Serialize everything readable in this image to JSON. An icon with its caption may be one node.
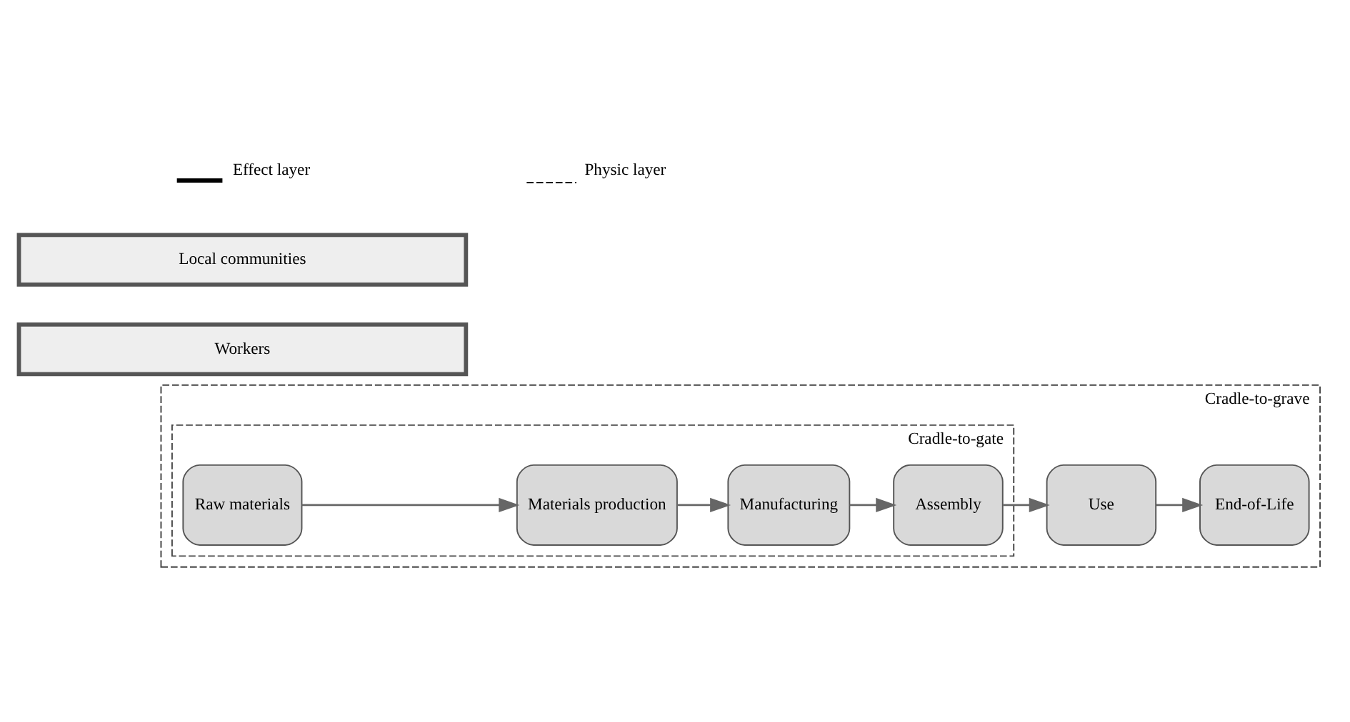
{
  "diagram": {
    "nodes": [
      {
        "text": [
          "Cradle-to-grave"
        ]
      },
      {
        "text": [
          "Cradle-to-gate"
        ],
        "in": 0
      },
      {
        "text": [
          "Raw materials"
        ],
        "in": 1
      },
      {
        "text": [
          "Materials production"
        ],
        "in": 1
      },
      {
        "text": [
          "Manufacturing"
        ],
        "in": 1
      },
      {
        "text": [
          "Assembly"
        ],
        "in": 1
      },
      {
        "text": [
          "Use"
        ],
        "in": 0
      },
      {
        "text": [
          "End-of-Life"
        ],
        "in": 0
      },
      {
        "text": [
          "Workers"
        ]
      },
      {
        "text": [
          "Local communities"
        ]
      }
    ],
    "edges": [
      {
        "from": 2,
        "to": 3,
        "arrow": "to"
      },
      {
        "from": 3,
        "to": 4,
        "arrow": "to"
      },
      {
        "from": 4,
        "to": 5,
        "arrow": "to"
      },
      {
        "from": 5,
        "to": 6,
        "arrow": "to"
      },
      {
        "from": 6,
        "to": 7,
        "arrow": "to"
      }
    ],
    "legend": [
      {
        "text": "Effect layer"
      },
      {
        "text": "Physic layer"
      }
    ]
  }
}
